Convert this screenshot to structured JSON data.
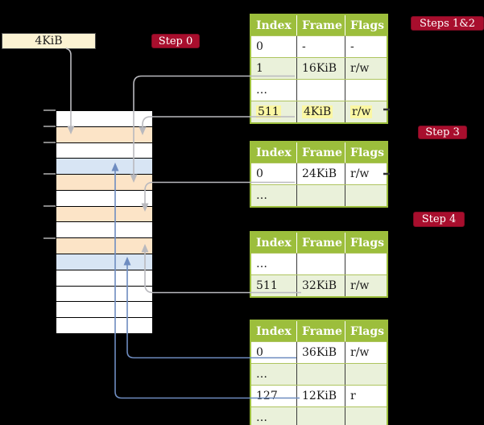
{
  "canvas": {
    "background": "#000000"
  },
  "colors": {
    "table-header-bg": "#9CBE3C",
    "table-row-shade": "#EAF1DA",
    "table-row-plain": "#FFFFFF",
    "table-grid-green": "#AEC45F",
    "table-grid-dark": "#3A3A3A",
    "table-border": "#9CBE3C",
    "highlight-yellow": "#FBF7A3",
    "badge-red": "#A80E2D",
    "badge-border": "#7E0A22",
    "box-cream": "#FCF3D3",
    "mem-peach": "#FCE4C7",
    "mem-blue": "#D8E5F4",
    "arrow-gray": "#B9B9BE",
    "arrow-blue": "#6E8CC0",
    "ink": "#1A1A1A",
    "tick-gray": "#858585"
  },
  "frame_box": {
    "label": "4KiB"
  },
  "badges": {
    "step0": "Step 0",
    "steps12": "Steps 1&2",
    "step3": "Step 3",
    "step4": "Step 4"
  },
  "memory": {
    "rows": [
      {
        "kind": "plain"
      },
      {
        "kind": "peach"
      },
      {
        "kind": "plain"
      },
      {
        "kind": "blue"
      },
      {
        "kind": "peach"
      },
      {
        "kind": "plain"
      },
      {
        "kind": "peach"
      },
      {
        "kind": "plain"
      },
      {
        "kind": "peach"
      },
      {
        "kind": "blue"
      },
      {
        "kind": "plain"
      },
      {
        "kind": "plain"
      },
      {
        "kind": "plain"
      },
      {
        "kind": "plain"
      }
    ]
  },
  "tables": [
    {
      "headers": [
        "Index",
        "Frame",
        "Flags"
      ],
      "rows": [
        {
          "cells": [
            "0",
            "-",
            "-"
          ]
        },
        {
          "cells": [
            "1",
            "16KiB",
            "r/w"
          ]
        },
        {
          "cells": [
            "…",
            "",
            ""
          ]
        },
        {
          "cells": [
            "511",
            "4KiB",
            "r/w"
          ],
          "highlight": true
        }
      ]
    },
    {
      "headers": [
        "Index",
        "Frame",
        "Flags"
      ],
      "rows": [
        {
          "cells": [
            "0",
            "24KiB",
            "r/w"
          ]
        },
        {
          "cells": [
            "…",
            "",
            ""
          ]
        }
      ]
    },
    {
      "headers": [
        "Index",
        "Frame",
        "Flags"
      ],
      "rows": [
        {
          "cells": [
            "…",
            "",
            ""
          ]
        },
        {
          "cells": [
            "511",
            "32KiB",
            "r/w"
          ]
        }
      ]
    },
    {
      "headers": [
        "Index",
        "Frame",
        "Flags"
      ],
      "rows": [
        {
          "cells": [
            "0",
            "36KiB",
            "r/w"
          ]
        },
        {
          "cells": [
            "…",
            "",
            ""
          ]
        },
        {
          "cells": [
            "127",
            "12KiB",
            "r"
          ]
        },
        {
          "cells": [
            "…",
            "",
            ""
          ]
        }
      ]
    }
  ],
  "connections": [
    {
      "from": "frame-size-box",
      "to": "memory-frame-4kib",
      "color": "gray"
    },
    {
      "from": "table1-row-1-16kib",
      "to": "memory-frame-16kib",
      "color": "gray"
    },
    {
      "from": "table1-row-511-4kib",
      "to": "memory-frame-4kib",
      "color": "gray"
    },
    {
      "from": "table2-row-0-24kib",
      "to": "memory-frame-24kib",
      "color": "gray"
    },
    {
      "from": "table3-row-511-32kib",
      "to": "memory-frame-32kib",
      "color": "gray"
    },
    {
      "from": "table4-row-0-36kib",
      "to": "memory-frame-36kib",
      "color": "blue"
    },
    {
      "from": "table4-row-127-12kib",
      "to": "memory-frame-12kib",
      "color": "blue"
    }
  ]
}
